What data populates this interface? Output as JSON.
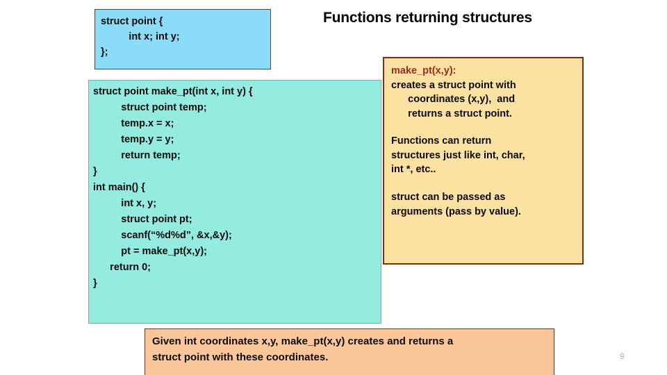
{
  "slide": {
    "title": "Functions returning structures",
    "page_number": "9",
    "colors": {
      "struct_box_bg": "#8BDCF9",
      "code_box_bg": "#94EBDF",
      "notes_box_bg": "#FCE2A2",
      "notes_box_border": "#7B2E12",
      "summary_box_bg": "#FBC79A",
      "note_heading_color": "#9E2A1E",
      "page_number_color": "#B0B0B0"
    }
  },
  "struct_definition": {
    "lines": [
      "struct point {",
      "          int x; int y;",
      "};"
    ]
  },
  "code": {
    "lines": [
      "struct point make_pt(int x, int y) {",
      "          struct point temp;",
      "          temp.x = x;",
      "          temp.y = y;",
      "          return temp;",
      "}",
      "int main() {",
      "          int x, y;",
      "          struct point pt;",
      "          scanf(“%d%d”, &x,&y);",
      "          pt = make_pt(x,y);",
      "      return 0;",
      "}"
    ]
  },
  "notes": {
    "heading": "make_pt(x,y):",
    "paragraph1": [
      "creates a struct point with",
      "      coordinates (x,y),  and",
      "      returns a struct point."
    ],
    "paragraph2": [
      "Functions can return",
      "structures just like int, char,",
      "int *, etc.."
    ],
    "paragraph3": [
      "struct can be passed as",
      "arguments (pass by value)."
    ]
  },
  "summary": {
    "lines": [
      "Given int coordinates x,y, make_pt(x,y) creates and returns a",
      "struct point with these coordinates."
    ]
  }
}
